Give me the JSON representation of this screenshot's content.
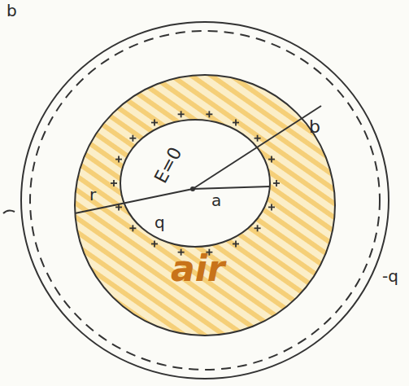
{
  "diagram": {
    "nodes": [
      {
        "text": [
          "b",
          "air"
        ]
      },
      {
        "text": [
          "E=0",
          "a"
        ],
        "in": 0
      }
    ],
    "labels": [
      "r",
      "q",
      "-q",
      "b"
    ]
  }
}
